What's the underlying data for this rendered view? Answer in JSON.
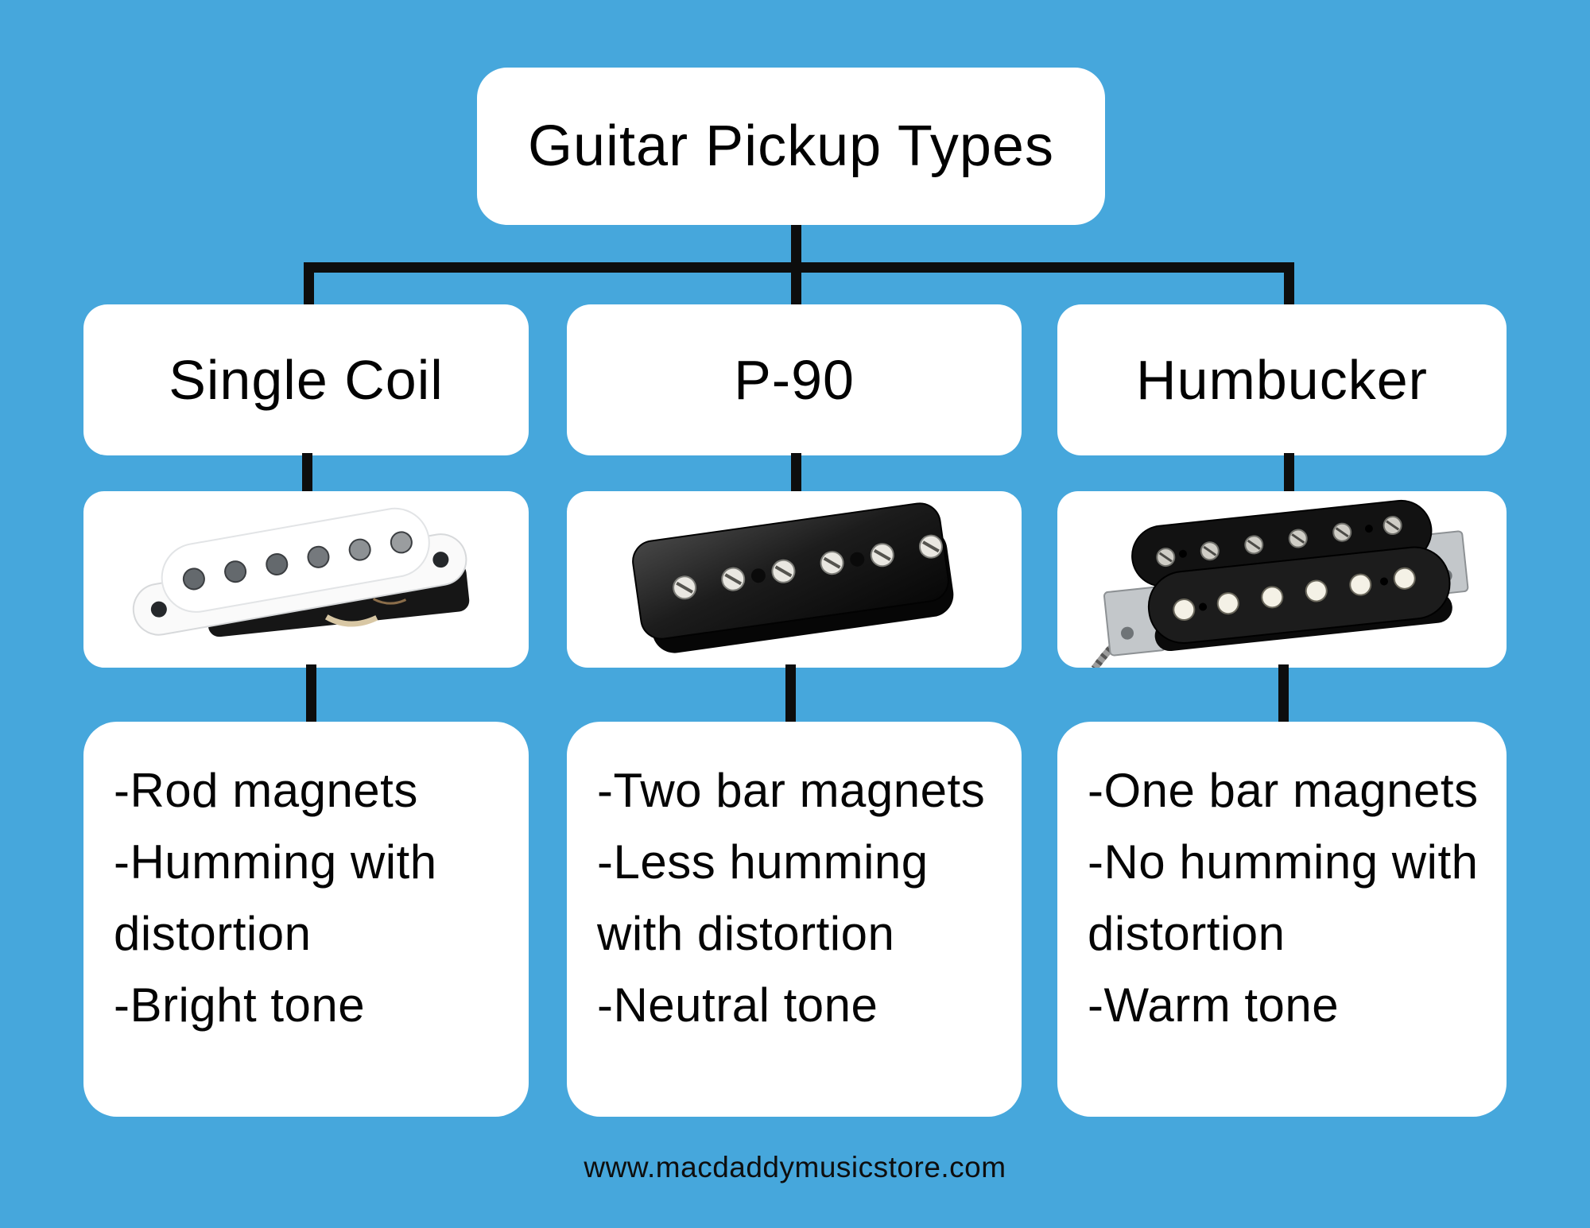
{
  "canvas": {
    "background_color": "#46A7DC",
    "card_color": "#FFFFFF",
    "connector_color": "#0D0D0D",
    "text_color": "#000000"
  },
  "title": "Guitar Pickup Types",
  "columns": [
    {
      "name": "Single Coil",
      "image": "single-coil-pickup-photo",
      "features": "-Rod magnets\n-Humming with\ndistortion\n-Bright tone"
    },
    {
      "name": "P-90",
      "image": "p90-pickup-photo",
      "features": "-Two bar magnets\n-Less humming\nwith distortion\n-Neutral tone"
    },
    {
      "name": "Humbucker",
      "image": "humbucker-pickup-photo",
      "features": "-One bar magnets\n-No humming with\ndistortion\n-Warm tone"
    }
  ],
  "footer": {
    "url": "www.macdaddymusicstore.com"
  }
}
